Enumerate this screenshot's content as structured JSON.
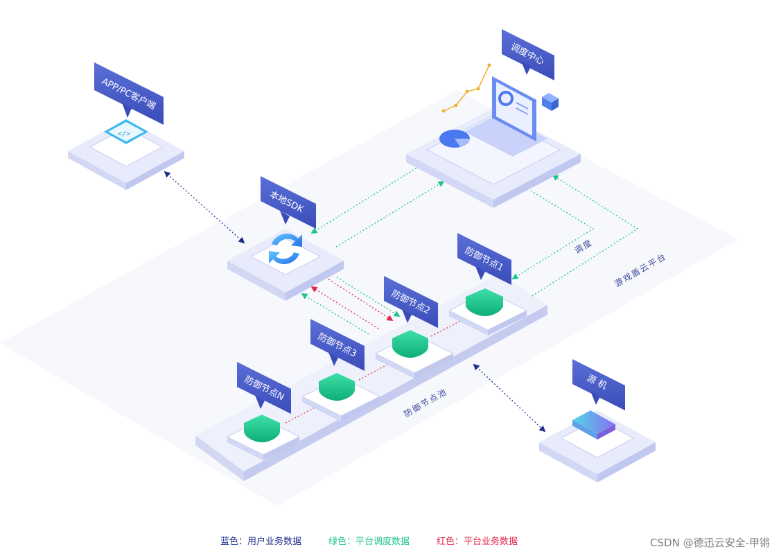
{
  "nodes": {
    "app_client": "APP/PC客户端",
    "local_sdk": "本地SDK",
    "dispatch_center": "调度中心",
    "defense_node_1": "防御节点1",
    "defense_node_2": "防御节点2",
    "defense_node_3": "防御节点3",
    "defense_node_n": "防御节点N",
    "origin_server": "源 机"
  },
  "areas": {
    "shield_platform": "游戏盾云平台",
    "defense_pool": "防御节点池"
  },
  "edge_labels": {
    "dispatch": "调度"
  },
  "legend": {
    "blue": "蓝色：用户业务数据",
    "green": "绿色：平台调度数据",
    "red": "红色：平台业务数据"
  },
  "legend_colors": {
    "blue": "#1e2f8c",
    "green": "#1fc48a",
    "red": "#e02848"
  },
  "watermark": "CSDN @德迅云安全-甲锵"
}
